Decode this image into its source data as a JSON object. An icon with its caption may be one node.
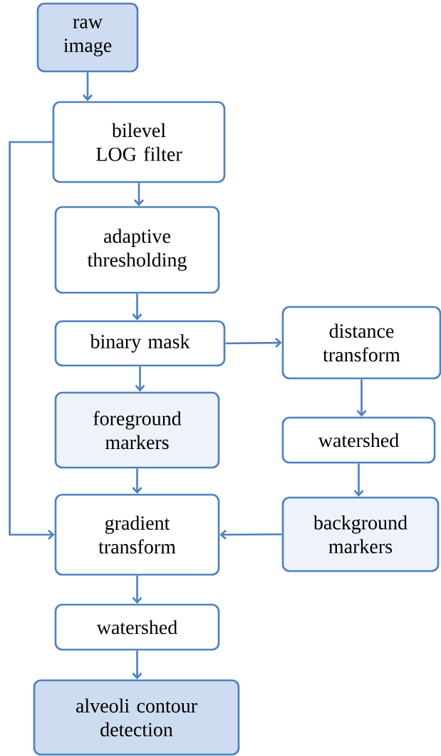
{
  "diagram": {
    "nodes": [
      {
        "text": [
          "raw image"
        ]
      },
      {
        "text": [
          "bilevel LOG filter"
        ]
      },
      {
        "text": [
          "adaptive thresholding"
        ]
      },
      {
        "text": [
          "binary mask"
        ]
      },
      {
        "text": [
          "foreground markers"
        ]
      },
      {
        "text": [
          "gradient transform"
        ]
      },
      {
        "text": [
          "watershed"
        ]
      },
      {
        "text": [
          "alveoli contour detection"
        ]
      },
      {
        "text": [
          "distance transform"
        ]
      },
      {
        "text": [
          "watershed"
        ]
      },
      {
        "text": [
          "background markers"
        ]
      }
    ],
    "edges": [
      {
        "from": 0,
        "to": 1,
        "arrow": "to"
      },
      {
        "from": 1,
        "to": 2,
        "arrow": "to"
      },
      {
        "from": 2,
        "to": 3,
        "arrow": "to"
      },
      {
        "from": 3,
        "to": 4,
        "arrow": "to"
      },
      {
        "from": 4,
        "to": 5,
        "arrow": "to"
      },
      {
        "from": 5,
        "to": 6,
        "arrow": "to"
      },
      {
        "from": 6,
        "to": 7,
        "arrow": "to"
      },
      {
        "from": 3,
        "to": 8,
        "arrow": "to"
      },
      {
        "from": 8,
        "to": 9,
        "arrow": "to"
      },
      {
        "from": 9,
        "to": 10,
        "arrow": "to"
      },
      {
        "from": 10,
        "to": 5,
        "arrow": "to"
      },
      {
        "from": 1,
        "to": 5,
        "arrow": "to"
      }
    ]
  }
}
